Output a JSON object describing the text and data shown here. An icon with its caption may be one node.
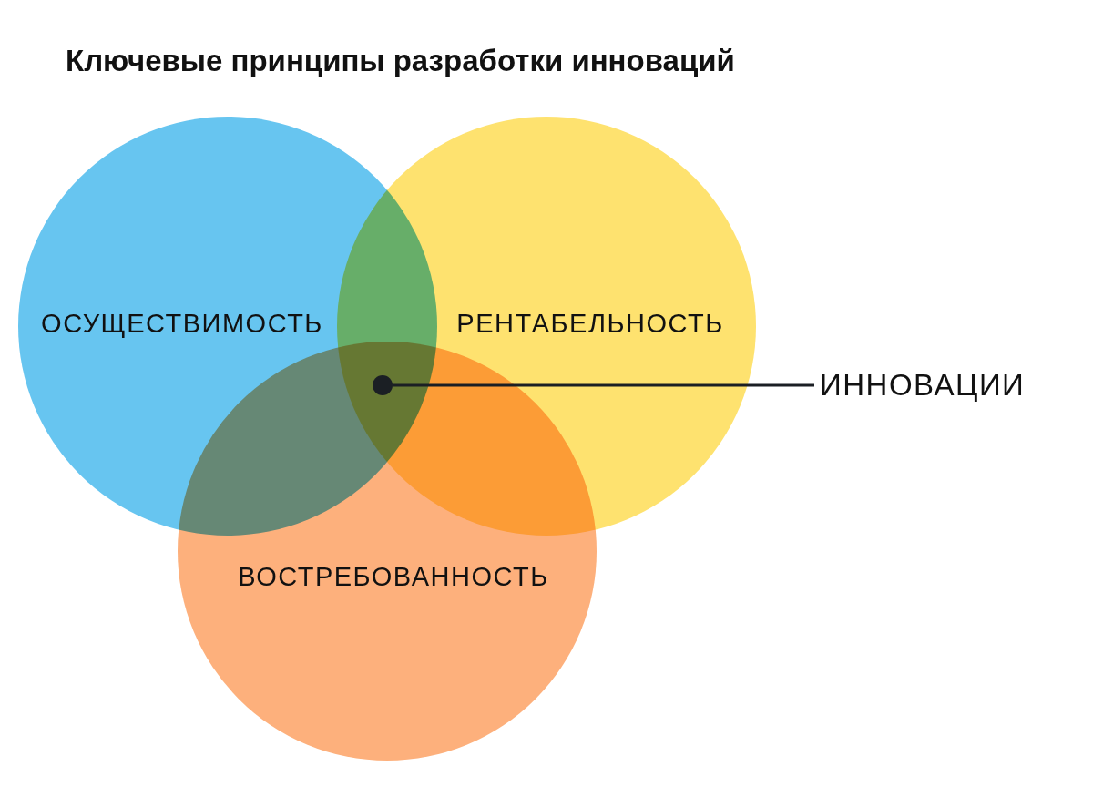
{
  "diagram": {
    "title": "Ключевые принципы разработки инноваций",
    "nodes": [
      {
        "text": [
          "ОСУЩЕСТВИМОСТЬ"
        ]
      },
      {
        "text": [
          "РЕНТАБЕЛЬНОСТЬ"
        ]
      },
      {
        "text": [
          "ВОСТРЕБОВАННОСТЬ"
        ]
      },
      {
        "text": [],
        "shape": "circle"
      },
      {
        "text": [
          "ИННОВАЦИИ"
        ]
      }
    ],
    "edges": [
      {
        "from": 4,
        "to": 3,
        "arrow": "none"
      }
    ]
  }
}
